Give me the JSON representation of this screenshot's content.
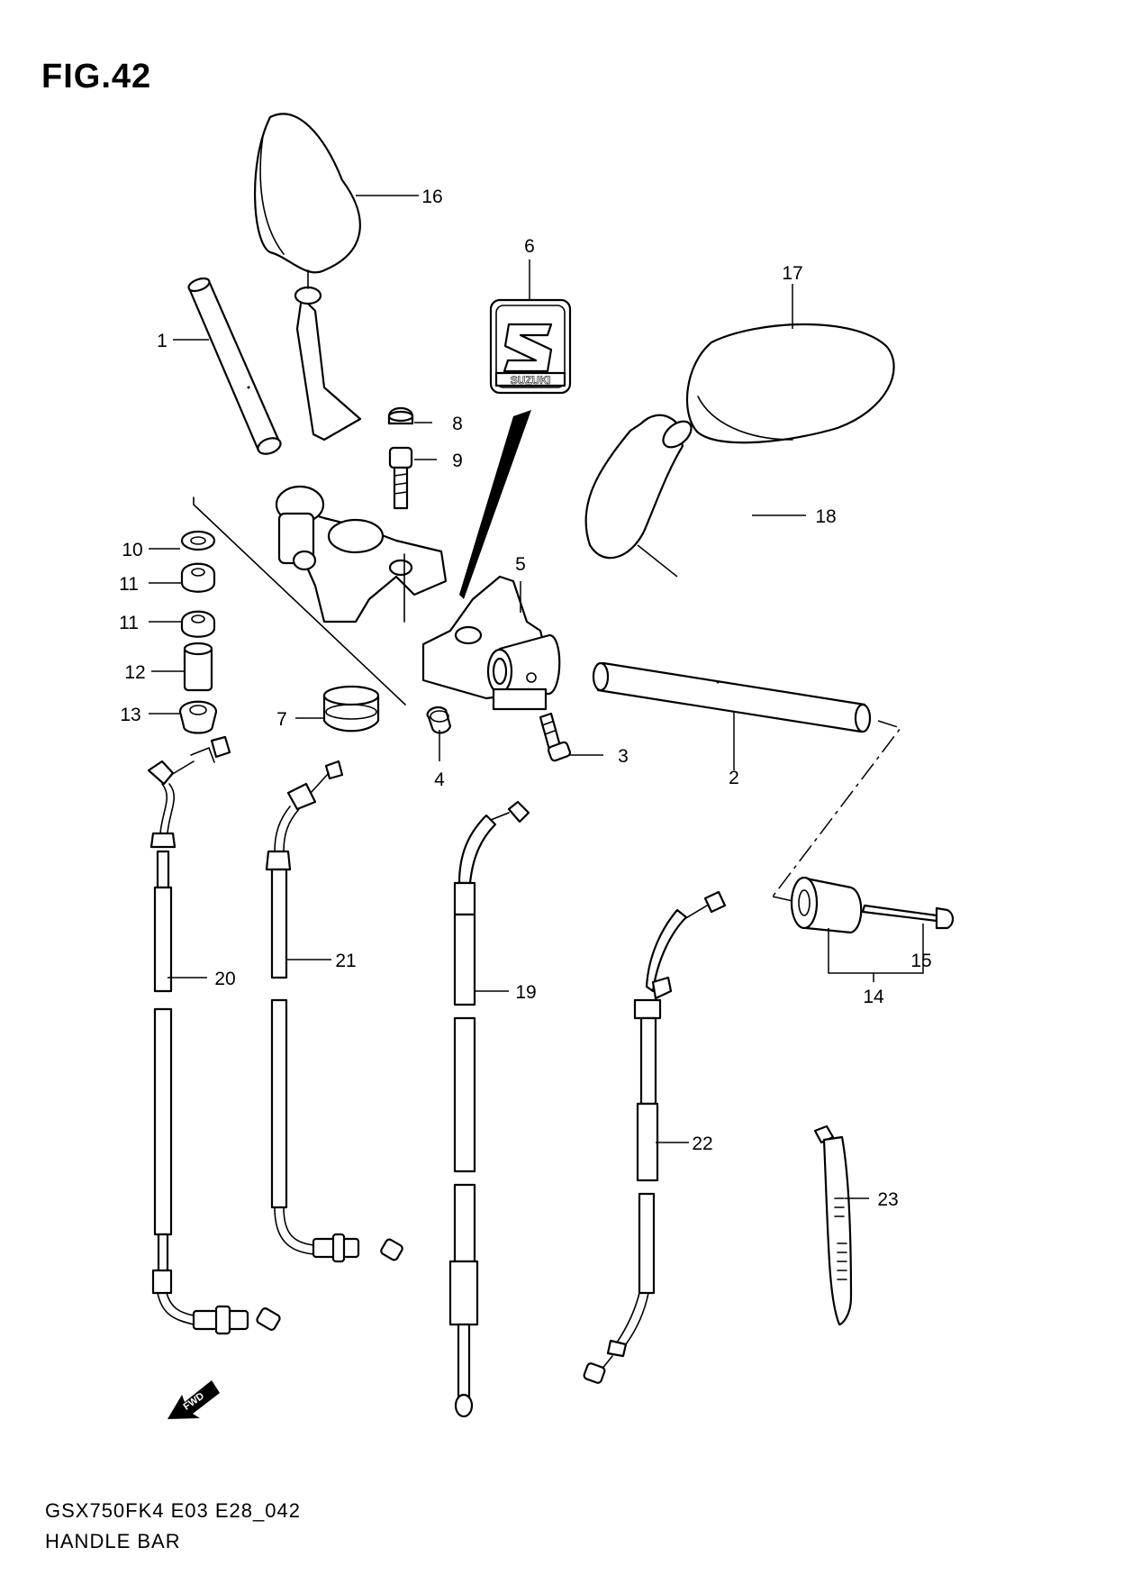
{
  "figure_title": "FIG.42",
  "footer": {
    "model_code": "GSX750FK4 E03 E28_042",
    "section_name": "HANDLE BAR"
  },
  "logo_text": "SUZUKI",
  "fwd_arrow_text": "FWD",
  "callouts": [
    "1",
    "2",
    "3",
    "4",
    "5",
    "6",
    "7",
    "8",
    "9",
    "10",
    "11",
    "11",
    "12",
    "13",
    "14",
    "15",
    "16",
    "17",
    "18",
    "19",
    "20",
    "21",
    "22",
    "23"
  ]
}
